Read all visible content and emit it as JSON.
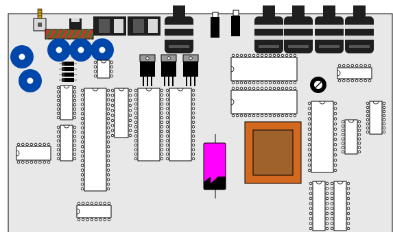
{
  "board": {
    "background": "#ffffff",
    "pcb_fill": "#e8e8e8",
    "outline_color": "#000000"
  },
  "colors": {
    "connector_dark": "#1f1f1f",
    "connector_mid": "#555555",
    "connector_light": "#d9d9d9",
    "mounting_ring": "#0047ab",
    "ic_body": "#ffffff",
    "pin": "#ffffff",
    "regulator_tab": "#9a9a9a",
    "regulator_body": "#000000",
    "transformer_frame": "#d2691e",
    "transformer_core": "#a0622d",
    "capacitor": "#ff00ff",
    "diode_stripe": "#333333",
    "ribbon_red": "#c0392b",
    "ribbon_green": "#2e7d32",
    "pot_body": "#000000",
    "switch_body": "#d9d9d9",
    "switch_lever": "#d4a017"
  },
  "components": {
    "audio_jacks": 6,
    "dc_jacks": 2,
    "mounting_rings": 5,
    "regulators": 3,
    "dip_ics": 15,
    "transformers": 1,
    "potentiometers": 1,
    "electrolytic_capacitors": 1,
    "diodes": 4,
    "toggle_switches": 1
  },
  "icons": {
    "switch": "toggle-switch-icon",
    "pot": "potentiometer-icon",
    "capacitor": "capacitor-icon",
    "transformer": "transformer-icon"
  }
}
